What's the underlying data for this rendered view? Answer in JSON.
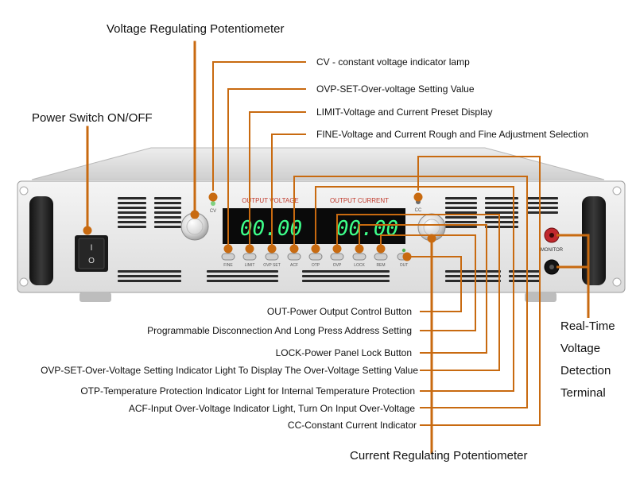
{
  "headings": {
    "voltage_pot": "Voltage Regulating Potentiometer",
    "power_switch": "Power Switch ON/OFF",
    "current_pot": "Current Regulating Potentiometer",
    "realtime": [
      "Real-Time",
      "Voltage",
      "Detection",
      "Terminal"
    ]
  },
  "top_callouts": [
    "CV - constant voltage indicator lamp",
    "OVP-SET-Over-voltage Setting Value",
    "LIMIT-Voltage and Current Preset Display",
    "FINE-Voltage and Current Rough and Fine Adjustment Selection"
  ],
  "bottom_callouts": [
    "OUT-Power Output Control Button",
    "Programmable Disconnection And Long Press Address Setting",
    "LOCK-Power Panel Lock Button",
    "OVP-SET-Over-Voltage Setting Indicator Light To Display The Over-Voltage Setting Value",
    "OTP-Temperature Protection Indicator Light for Internal Temperature Protection",
    "ACF-Input Over-Voltage Indicator Light, Turn On Input Over-Voltage",
    "CC-Constant Current Indicator"
  ],
  "panel": {
    "output_voltage_label": "OUTPUT VOLTAGE",
    "output_current_label": "OUTPUT CURRENT",
    "voltage_display": "00.00",
    "current_display": "00.00",
    "cv_label": "CV",
    "cc_label": "CC",
    "monitor_label": "MONITOR",
    "switch_on": "I",
    "switch_off": "O",
    "buttons": [
      "FINE",
      "LIMIT",
      "OVP SET",
      "ACF",
      "OTP",
      "OVP",
      "LOCK",
      "REM",
      "OUT"
    ]
  },
  "colors": {
    "accent": "#c86a10",
    "display_text": "#3dff8a",
    "panel": "#ececec"
  }
}
